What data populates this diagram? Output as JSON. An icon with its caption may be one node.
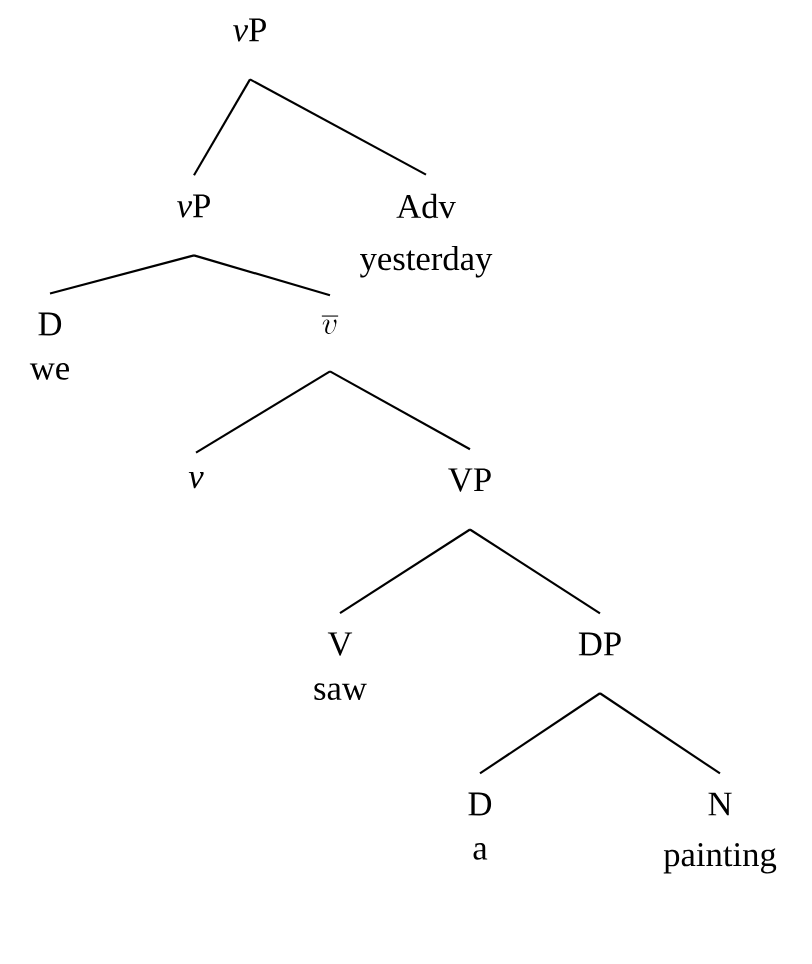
{
  "diagram": {
    "nodes": [
      {
        "text": [
          "\\mathit{v}\\mathrm{P}"
        ]
      },
      {
        "text": [
          "\\mathit{v}\\mathrm{P}"
        ]
      },
      {
        "text": [
          "Adv",
          "yesterday"
        ]
      },
      {
        "text": [
          "D",
          "we"
        ]
      },
      {
        "text": [
          "\\overline{v}"
        ]
      },
      {
        "text": [
          "v"
        ]
      },
      {
        "text": [
          "VP"
        ]
      },
      {
        "text": [
          "V",
          "saw"
        ]
      },
      {
        "text": [
          "DP"
        ]
      },
      {
        "text": [
          "D",
          "a"
        ]
      },
      {
        "text": [
          "N",
          "painting"
        ]
      }
    ],
    "edges": [
      {
        "from": 0,
        "to": 1,
        "arrow": "none"
      },
      {
        "from": 0,
        "to": 2,
        "arrow": "none"
      },
      {
        "from": 1,
        "to": 3,
        "arrow": "none"
      },
      {
        "from": 1,
        "to": 4,
        "arrow": "none"
      },
      {
        "from": 4,
        "to": 5,
        "arrow": "none"
      },
      {
        "from": 4,
        "to": 6,
        "arrow": "none"
      },
      {
        "from": 6,
        "to": 7,
        "arrow": "none"
      },
      {
        "from": 6,
        "to": 8,
        "arrow": "none"
      },
      {
        "from": 8,
        "to": 9,
        "arrow": "none"
      },
      {
        "from": 8,
        "to": 10,
        "arrow": "none"
      }
    ]
  }
}
